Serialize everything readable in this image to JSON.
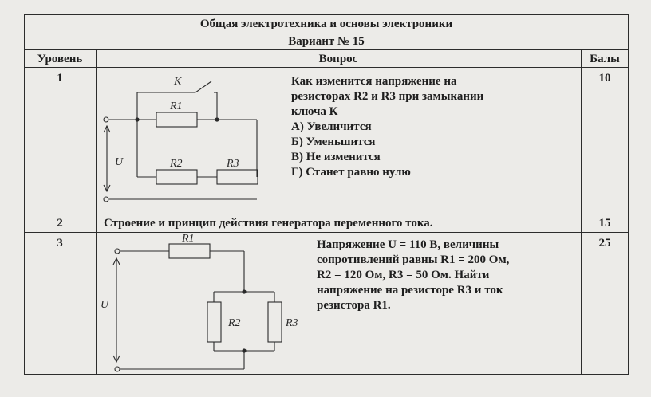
{
  "header": {
    "title": "Общая электротехника и основы электроники",
    "variant": "Вариант № 15"
  },
  "columns": {
    "level": "Уровень",
    "question": "Вопрос",
    "points": "Балы"
  },
  "rows": [
    {
      "level": "1",
      "points": "10",
      "question_lines": [
        "Как изменится напряжение на",
        "резисторах R2 и R3 при замыкании",
        "ключа К"
      ],
      "options": [
        "А) Увеличится",
        "Б) Уменьшится",
        "В) Не изменится",
        "Г) Станет равно нулю"
      ],
      "circuit_labels": {
        "key": "К",
        "r1": "R1",
        "r2": "R2",
        "r3": "R3",
        "u": "U"
      }
    },
    {
      "level": "2",
      "points": "15",
      "question": "Строение и принцип действия генератора переменного тока."
    },
    {
      "level": "3",
      "points": "25",
      "question_lines": [
        "Напряжение U = 110 В, величины",
        "сопротивлений равны R1 = 200 Ом,",
        "R2 = 120 Ом, R3 = 50 Ом. Найти",
        "напряжение на резисторе R3 и ток",
        "резистора R1."
      ],
      "circuit_labels": {
        "r1": "R1",
        "r2": "R2",
        "r3": "R3",
        "u": "U"
      }
    }
  ]
}
